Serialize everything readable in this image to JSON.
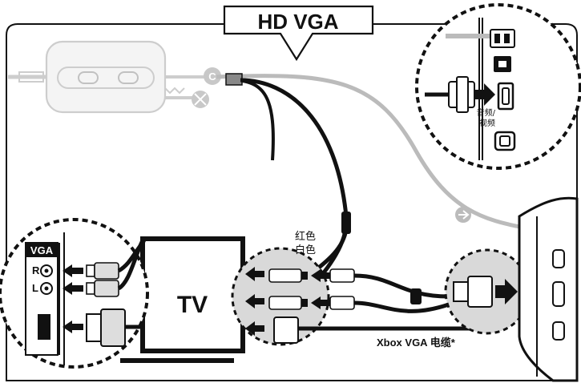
{
  "title": "HD VGA",
  "tv_label": "TV",
  "vga_panel_label": "VGA",
  "port_right_label": "R",
  "port_left_label": "L",
  "audio_red_label": "红色",
  "audio_white_label": "白色",
  "cable_label": "Xbox VGA 电缆*",
  "av_port_label_line1": "音频/",
  "av_port_label_line2": "视频",
  "adapter_icons": [
    "c-connector-icon",
    "no-connect-icon"
  ],
  "usb_icon": "usb-icon",
  "colors": {
    "stroke": "#111111",
    "zoom_fill": "#d9d9d9",
    "faded_device": "#c8c8c8",
    "usb_cable": "#bbbbbb"
  }
}
